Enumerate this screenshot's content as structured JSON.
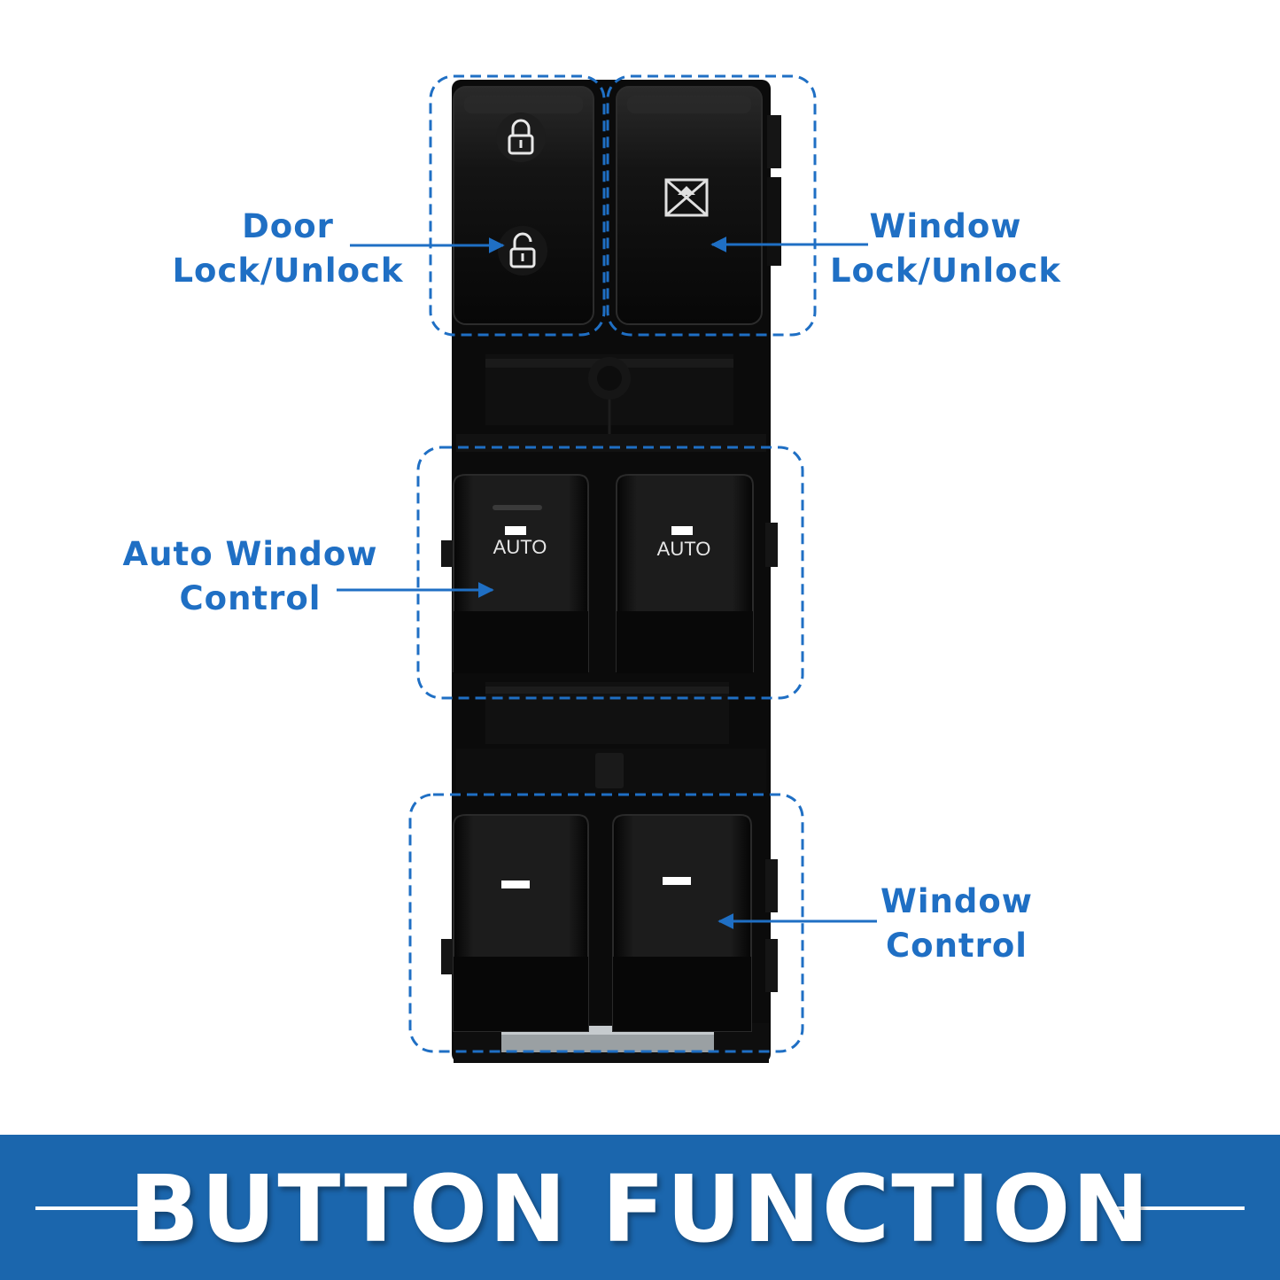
{
  "callouts": {
    "door_lock": {
      "line1": "Door",
      "line2": "Lock/Unlock"
    },
    "window_lock": {
      "line1": "Window",
      "line2": "Lock/Unlock"
    },
    "auto_window": {
      "line1": "Auto Window",
      "line2": "Control"
    },
    "window_control": {
      "line1": "Window",
      "line2": "Control"
    }
  },
  "buttons": {
    "auto_left_label": "AUTO",
    "auto_right_label": "AUTO"
  },
  "banner": {
    "title": "BUTTON FUNCTION"
  },
  "icons": [
    "lock-closed-icon",
    "lock-open-icon",
    "window-lock-icon"
  ],
  "colors": {
    "accent": "#1f6fc4",
    "banner": "#1b66ad",
    "switch_body": "#0b0b0b"
  }
}
